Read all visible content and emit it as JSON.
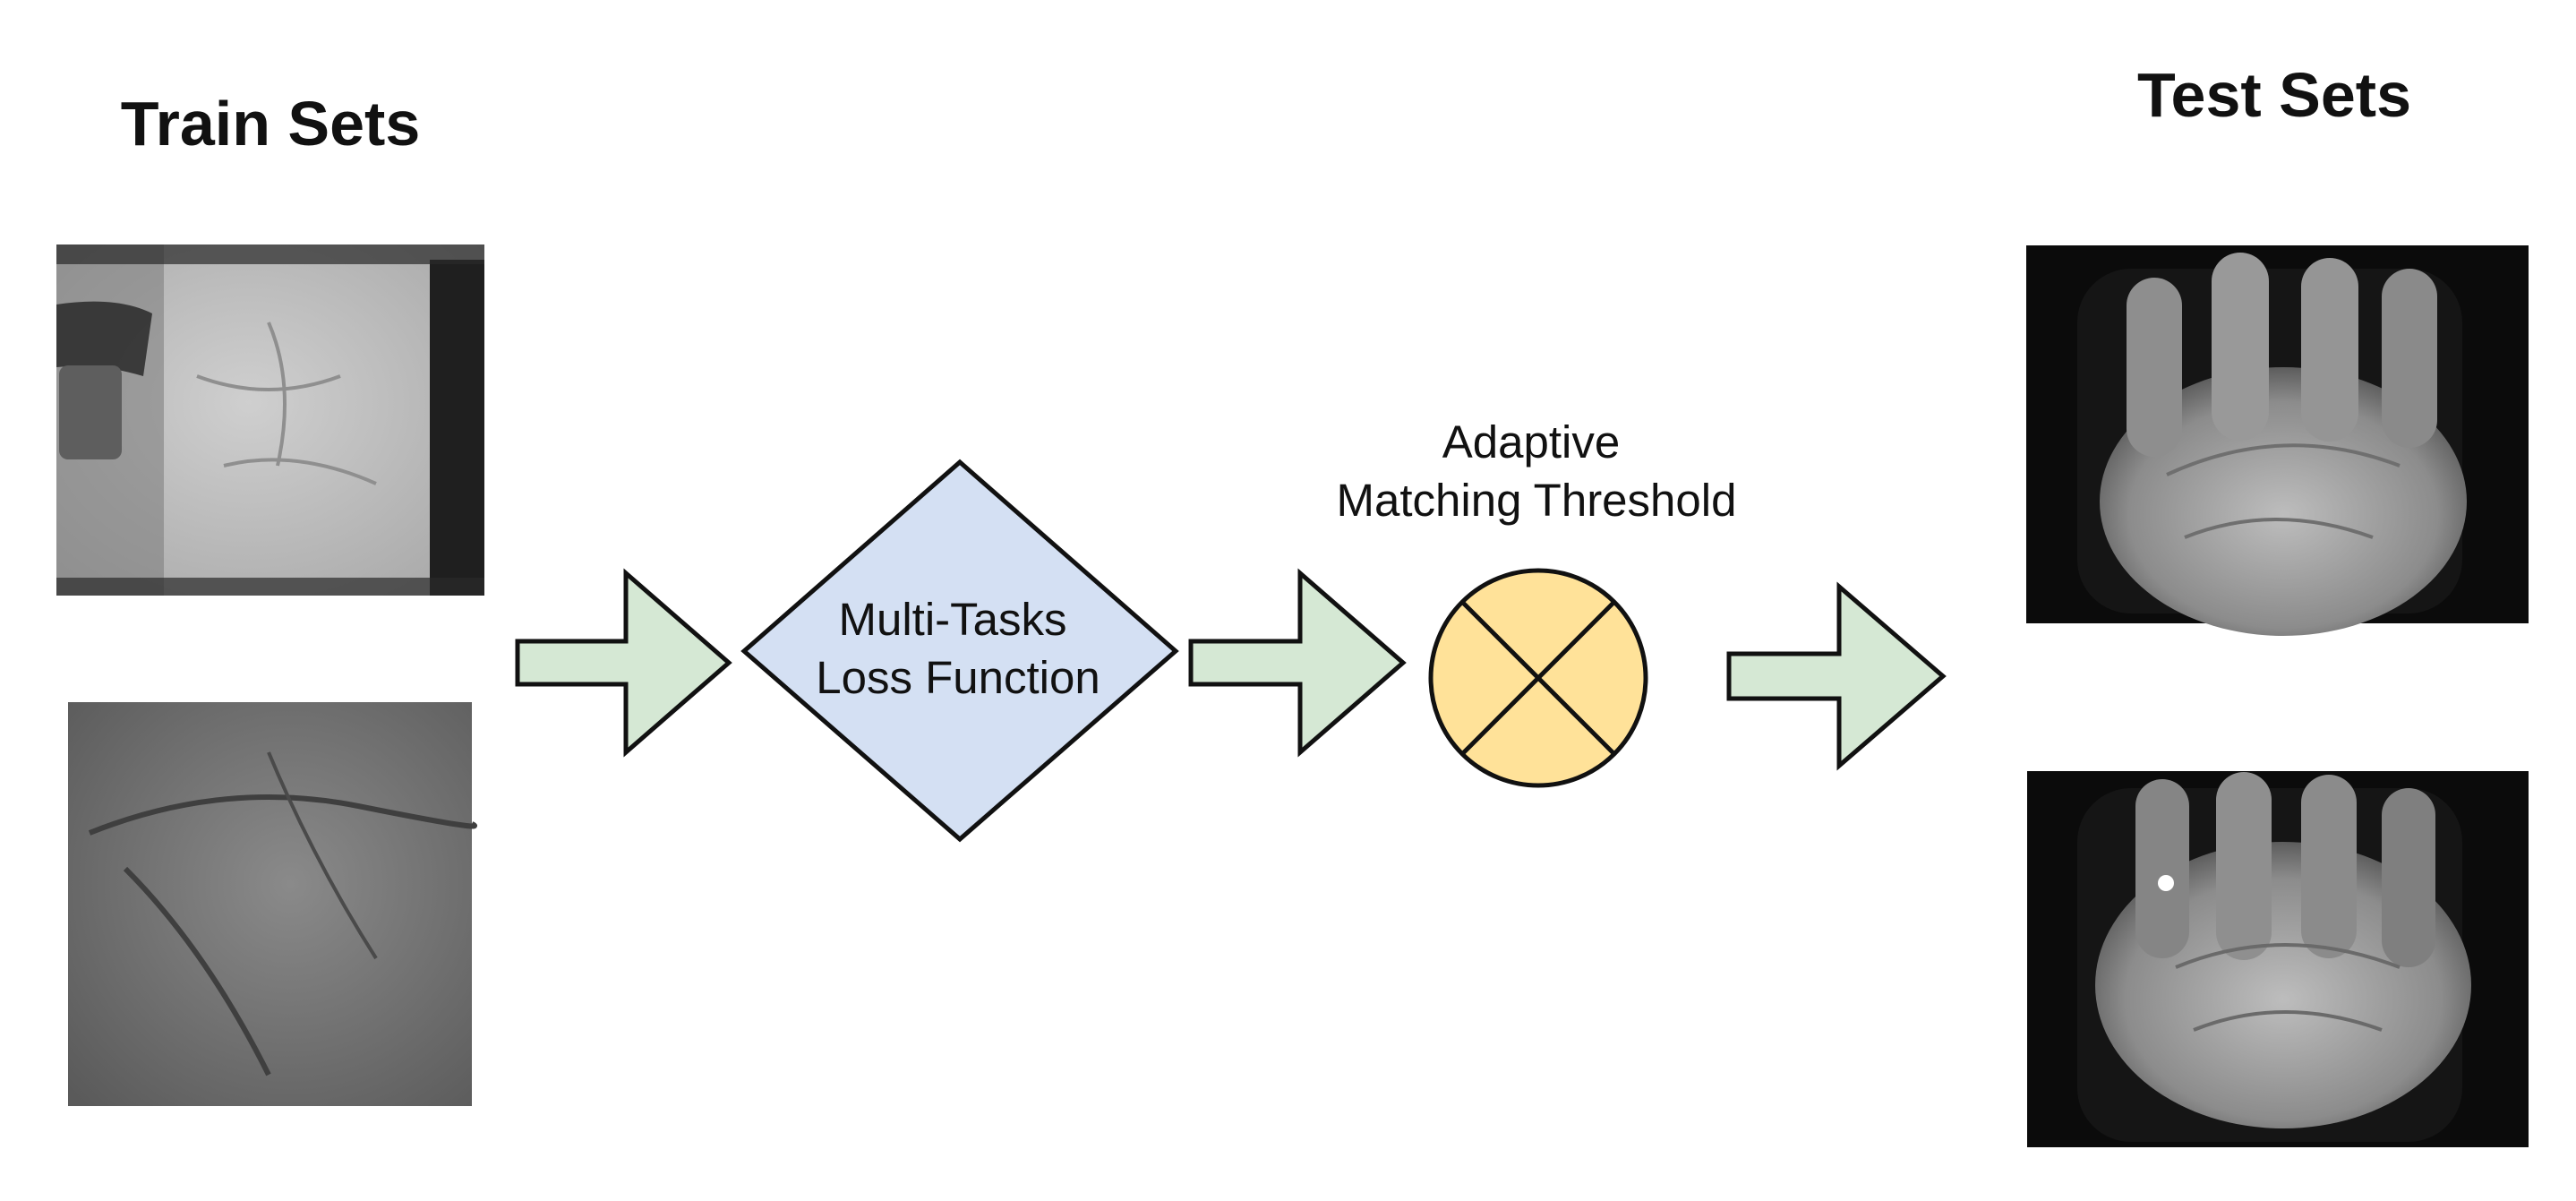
{
  "diagram": {
    "train_title": "Train Sets",
    "test_title": "Test Sets",
    "loss_node": {
      "line1": "Multi-Tasks",
      "line2": "Loss Function"
    },
    "threshold_node": {
      "line1": "Adaptive",
      "line2": "Matching Threshold"
    }
  },
  "colors": {
    "arrow_fill": "#d5e8d4",
    "diamond_fill": "#d4e0f3",
    "circle_fill": "#ffe299",
    "stroke": "#111111"
  },
  "icons": [
    "palm-image",
    "palm-closeup-image",
    "right-arrow-icon",
    "x-circle-icon"
  ]
}
